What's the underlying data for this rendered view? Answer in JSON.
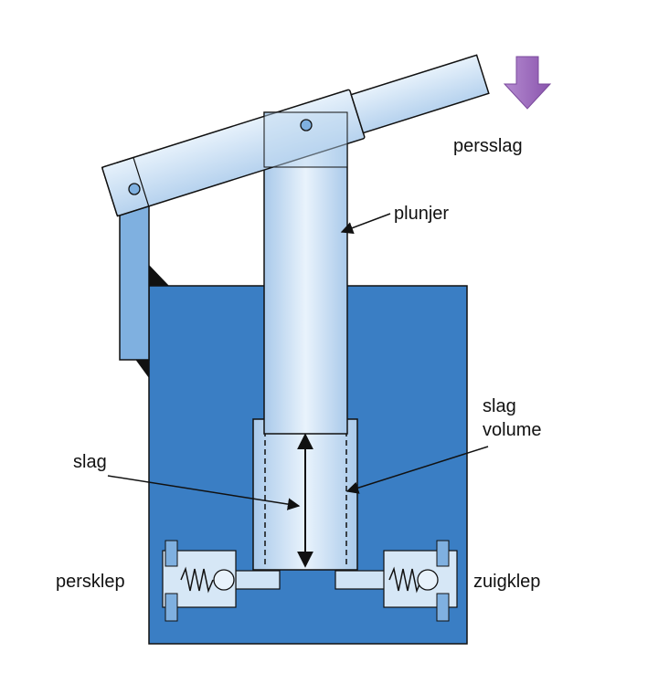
{
  "labels": {
    "press_stroke": "persslag",
    "plunger": "plunjer",
    "stroke_volume_line1": "slag",
    "stroke_volume_line2": "volume",
    "stroke": "slag",
    "pressure_valve": "persklep",
    "suction_valve": "zuigklep"
  },
  "colors": {
    "body_blue": "#3a7ec4",
    "light_blue": "#cfe3f5",
    "arrow_purple": "#a070c0",
    "outline": "#111111"
  },
  "icons": {
    "direction_arrow": "arrow-down-icon"
  }
}
